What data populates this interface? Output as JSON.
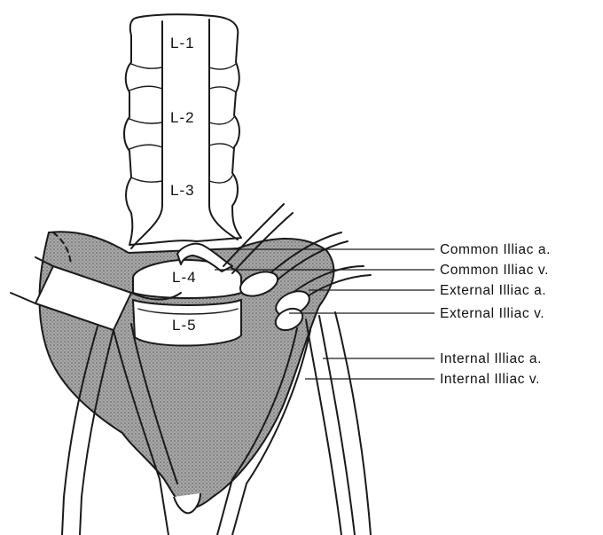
{
  "diagram": {
    "vertebrae": [
      "L-1",
      "L-2",
      "L-3",
      "L-4",
      "L-5"
    ],
    "callouts": [
      "Common Illiac a.",
      "Common Illiac v.",
      "External Illiac a.",
      "External Illiac v.",
      "Internal Illiac a.",
      "Internal Illiac v."
    ]
  },
  "colors": {
    "ink": "#1a1a1a",
    "sacrum_shade": "#8c8c8c",
    "background": "#ffffff"
  }
}
